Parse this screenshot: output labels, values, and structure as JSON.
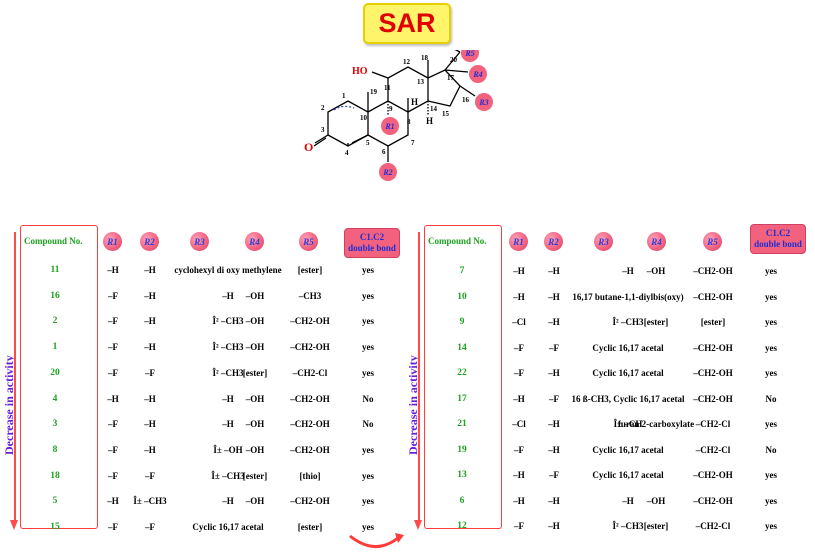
{
  "title": "SAR",
  "molecule": {
    "oxygen_label": "O",
    "ho_label": "HO",
    "atom_numbers": [
      "1",
      "2",
      "3",
      "4",
      "5",
      "6",
      "7",
      "8",
      "9",
      "10",
      "11",
      "12",
      "13",
      "14",
      "15",
      "16",
      "17",
      "18",
      "19",
      "20"
    ],
    "h_label": "H",
    "substituents": [
      "R1",
      "R2",
      "R3",
      "R4",
      "R5"
    ]
  },
  "headers": {
    "compound": "Compound No.",
    "r1": "R1",
    "r2": "R2",
    "r3": "R3",
    "r4": "R4",
    "r5": "R5",
    "cc_line1": "C1.C2",
    "cc_line2": "double bond"
  },
  "side_label": "Decrease in activity",
  "left_rows": [
    {
      "no": "11",
      "r1": "–H",
      "r2": "–H",
      "r3": "cyclohexyl di oxy methylene",
      "r4": "",
      "r5": "[ester]",
      "db": "yes"
    },
    {
      "no": "16",
      "r1": "–F",
      "r2": "–H",
      "r3": "–H",
      "r4": "–OH",
      "r5": "–CH3",
      "db": "yes"
    },
    {
      "no": "2",
      "r1": "–F",
      "r2": "–H",
      "r3": "Î² –CH3",
      "r4": "–OH",
      "r5": "–CH2-OH",
      "db": "yes"
    },
    {
      "no": "1",
      "r1": "–F",
      "r2": "–H",
      "r3": "Î² –CH3",
      "r4": "–OH",
      "r5": "–CH2-OH",
      "db": "yes"
    },
    {
      "no": "20",
      "r1": "–F",
      "r2": "–F",
      "r3": "Î² –CH3",
      "r4": "[ester]",
      "r5": "–CH2-Cl",
      "db": "yes"
    },
    {
      "no": "4",
      "r1": "–H",
      "r2": "–H",
      "r3": "–H",
      "r4": "–OH",
      "r5": "–CH2-OH",
      "db": "No"
    },
    {
      "no": "3",
      "r1": "–F",
      "r2": "–H",
      "r3": "–H",
      "r4": "–OH",
      "r5": "–CH2-OH",
      "db": "No"
    },
    {
      "no": "8",
      "r1": "–F",
      "r2": "–H",
      "r3": "Î± –OH",
      "r4": "–OH",
      "r5": "–CH2-OH",
      "db": "yes"
    },
    {
      "no": "18",
      "r1": "–F",
      "r2": "–F",
      "r3": "Î± –CH3",
      "r4": "[ester]",
      "r5": "[thio]",
      "db": "yes"
    },
    {
      "no": "5",
      "r1": "–H",
      "r2": "Î± –CH3",
      "r3": "–H",
      "r4": "–OH",
      "r5": "–CH2-OH",
      "db": "yes"
    },
    {
      "no": "15",
      "r1": "–F",
      "r2": "–F",
      "r3": "Cyclic 16,17 acetal",
      "r4": "",
      "r5": "[ester]",
      "db": "yes"
    }
  ],
  "right_rows": [
    {
      "no": "7",
      "r1": "–H",
      "r2": "–H",
      "r3": "–H",
      "r4": "–OH",
      "r5": "–CH2-OH",
      "db": "yes"
    },
    {
      "no": "10",
      "r1": "–H",
      "r2": "–H",
      "r3": "16,17 butane-1,1-diylbis(oxy)",
      "r4": "",
      "r5": "–CH2-OH",
      "db": "yes"
    },
    {
      "no": "9",
      "r1": "–Cl",
      "r2": "–H",
      "r3": "Î² –CH3",
      "r4": "[ester]",
      "r5": "[ester]",
      "db": "yes"
    },
    {
      "no": "14",
      "r1": "–F",
      "r2": "–F",
      "r3": "Cyclic 16,17 acetal",
      "r4": "",
      "r5": "–CH2-OH",
      "db": "yes"
    },
    {
      "no": "22",
      "r1": "–F",
      "r2": "–H",
      "r3": "Cyclic 16,17 acetal",
      "r4": "",
      "r5": "–CH2-OH",
      "db": "yes"
    },
    {
      "no": "17",
      "r1": "–H",
      "r2": "–F",
      "r3": "16 ß-CH3, Cyclic 16,17 acetal",
      "r4": "",
      "r5": "–CH2-OH",
      "db": "No"
    },
    {
      "no": "21",
      "r1": "–Cl",
      "r2": "–H",
      "r3": "Î± –CH",
      "r4": "furan 2-carboxylate",
      "r5": "–CH2-Cl",
      "db": "yes"
    },
    {
      "no": "19",
      "r1": "–F",
      "r2": "–H",
      "r3": "Cyclic 16,17 acetal",
      "r4": "",
      "r5": "–CH2-Cl",
      "db": "No"
    },
    {
      "no": "13",
      "r1": "–H",
      "r2": "–F",
      "r3": "Cyclic 16,17 acetal",
      "r4": "",
      "r5": "–CH2-OH",
      "db": "yes"
    },
    {
      "no": "6",
      "r1": "–H",
      "r2": "–H",
      "r3": "–H",
      "r4": "–OH",
      "r5": "–CH2-OH",
      "db": "yes"
    },
    {
      "no": "12",
      "r1": "–F",
      "r2": "–H",
      "r3": "Î² –CH3",
      "r4": "[ester]",
      "r5": "–CH2-Cl",
      "db": "yes"
    }
  ]
}
